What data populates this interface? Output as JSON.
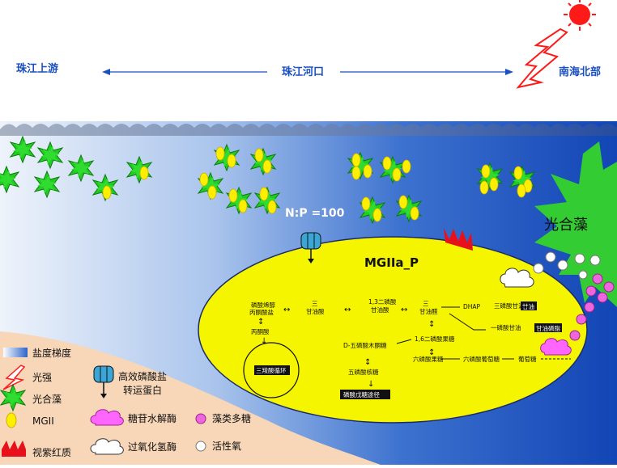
{
  "top": {
    "left": "珠江上游",
    "center": "珠江河口",
    "right": "南海北部"
  },
  "np_ratio": "N:P =100",
  "cell_title": "MGIIa_P",
  "bloom_label": "光合藻",
  "pathway": {
    "glycerophospho": "磷酸烯醇\n丙酮酸盐",
    "pyruvate": "丙酮酸",
    "tca": "三羧酸循环",
    "triose1": "三\n甘油酸",
    "bpg": "1,3二磷酸\n甘油酸",
    "triose2": "三\n甘油醛",
    "dhap": "DHAP",
    "glycerol1": "三磷酸甘油",
    "glycerol_out": "甘油",
    "glycerol2": "一磷酸甘油",
    "glycerol_out2": "甘油磷脂",
    "fbp": "1,6二磷酸果糖",
    "xylulose": "D-五磷酸木酮糖",
    "f6p": "六磷酸果糖",
    "g6p": "六磷酸葡萄糖",
    "glucose": "葡萄糖",
    "ribulose": "五磷酸核糖",
    "ppp": "磷酸戊糖途径"
  },
  "legend": {
    "salinity": "盐度梯度",
    "light": "光强",
    "algae": "光合藻",
    "mgii": "MGII",
    "rhodopsin": "视紫红质",
    "transporter": "高效磷酸盐\n转运蛋白",
    "glycosidase": "糖苷水解酶",
    "catalase": "过氧化氢酶",
    "polysaccharide": "藻类多糖",
    "ros": "活性氧"
  },
  "colors": {
    "algae": "#2ecc40",
    "mgii": "#ffee00",
    "cell": "#f5f500",
    "water_dark": "#1a4fc0",
    "sand": "#f8d6b8",
    "sun": "#ff1a1a",
    "glycosidase": "#ff66ff",
    "polysaccharide": "#ee66dd"
  }
}
